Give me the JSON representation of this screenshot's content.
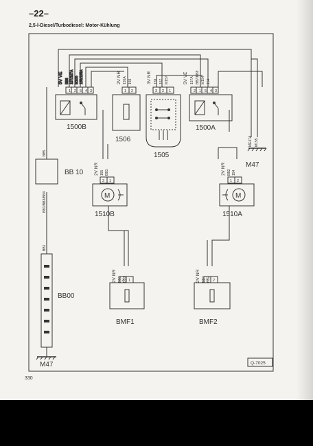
{
  "page_number": "–22–",
  "heading": "2,5-l-Diesel/Turbodiesel: Motor-Kühlung",
  "footer_page": "330",
  "ref_code": "Q-7025",
  "components": {
    "r1500b": {
      "label": "1500B",
      "side": "5V VE",
      "pins": [
        "1",
        "2",
        "5",
        "4",
        "3"
      ],
      "wires": [
        "BB6",
        "157/157A",
        "M155",
        "155/155A"
      ]
    },
    "r1506": {
      "label": "1506",
      "side": "2V NR",
      "pins": [
        "1",
        "2"
      ],
      "wires": [
        "155A",
        "159"
      ]
    },
    "r1505": {
      "label": "1505",
      "side": "3V NR",
      "pins": [
        "3",
        "2",
        "1"
      ],
      "wires": [
        "159",
        "157",
        "M157"
      ]
    },
    "r1500a": {
      "label": "1500A",
      "side": "5V VE",
      "pins": [
        "2",
        "1",
        "5",
        "4",
        "3"
      ],
      "wires": [
        "157A",
        "BB7/BB8",
        "M154",
        "154"
      ]
    },
    "m47_top": {
      "label": "M47",
      "wires": [
        "ME47A",
        "M155"
      ]
    },
    "bb10": {
      "label": "BB 10",
      "wires": [
        "BB5",
        "BB1/BB3/BB4"
      ]
    },
    "fan_b": {
      "label": "1510B",
      "side": "2V NR",
      "pins": [
        "2",
        "1"
      ],
      "wires": [
        "155",
        "BB1"
      ],
      "motor_letter": "M"
    },
    "fan_a": {
      "label": "1510A",
      "side": "2V NR",
      "pins": [
        "1",
        "2"
      ],
      "wires": [
        "BB2",
        "154"
      ],
      "motor_letter": "M"
    },
    "bb00": {
      "label": "BB00",
      "wires": [
        "BB1"
      ]
    },
    "m47_bottom": {
      "label": "M47"
    },
    "bmf1": {
      "label": "BMF1",
      "side": "2V NR",
      "pins": [
        "2",
        "1"
      ],
      "wires": [
        "BB3",
        "BB1"
      ]
    },
    "bmf2": {
      "label": "BMF2",
      "side": "2V NR",
      "pins": [
        "1",
        "2"
      ],
      "wires": [
        "BB4",
        "BB2"
      ]
    }
  },
  "colors": {
    "background": "#000000",
    "paper": "#f4f3ef",
    "ink": "#333333"
  }
}
